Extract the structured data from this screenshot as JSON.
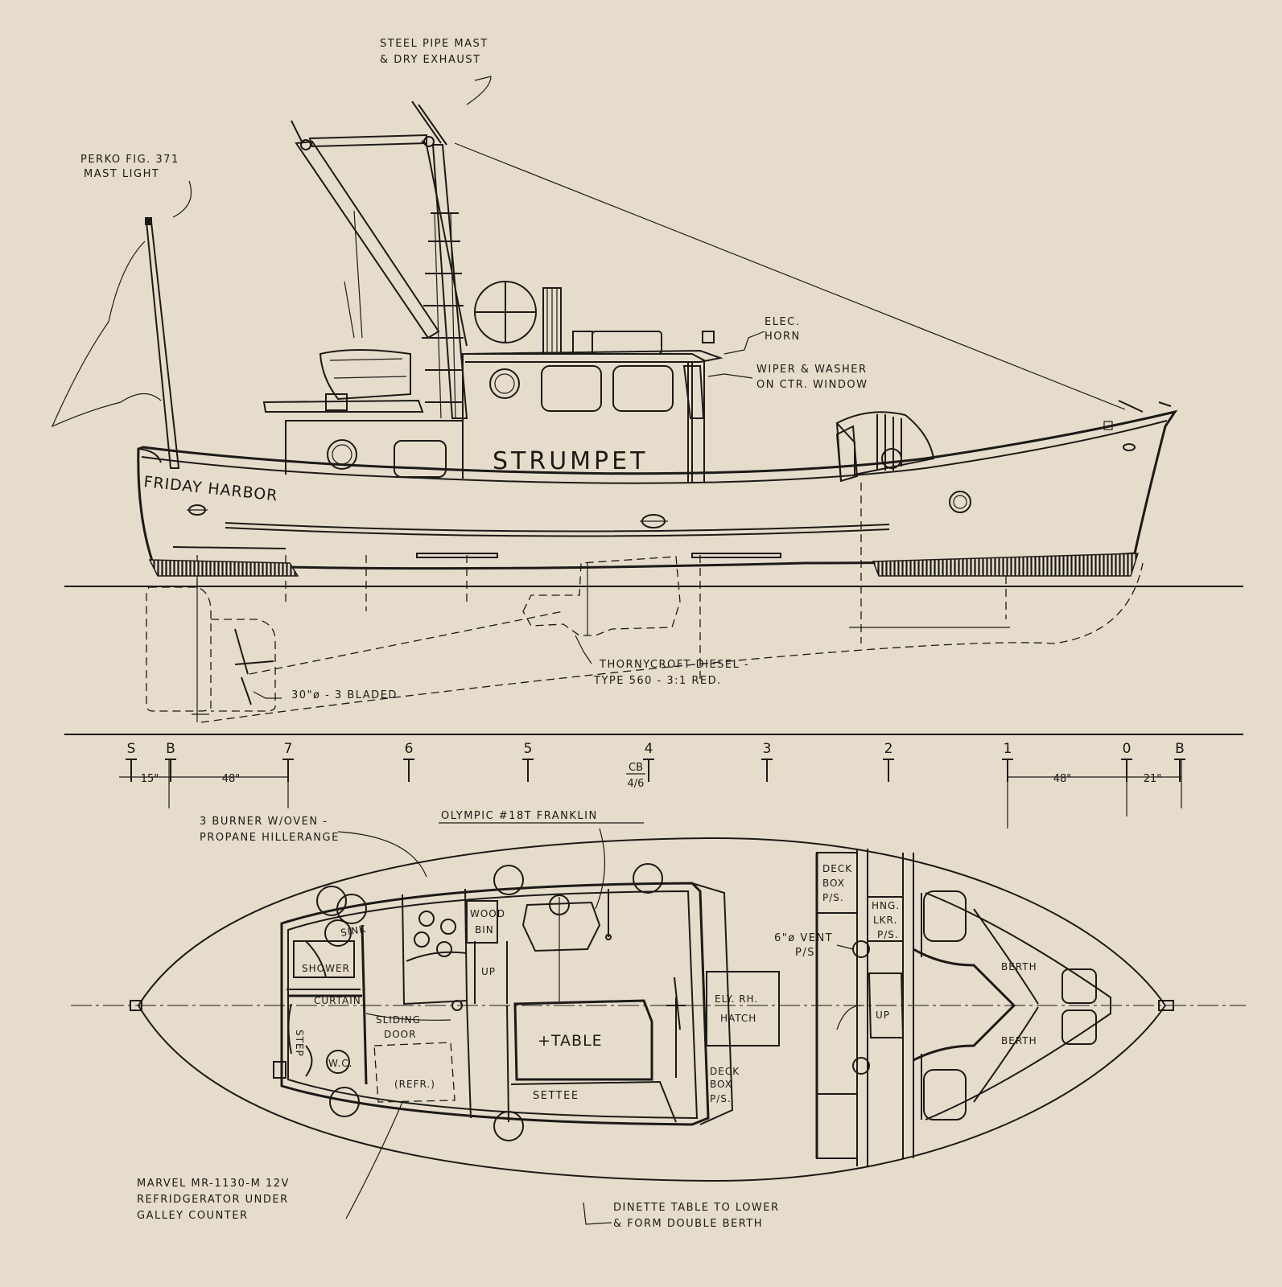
{
  "notes": {
    "mast": [
      "STEEL PIPE MAST",
      "& DRY EXHAUST"
    ],
    "mast_light": [
      "PERKO FIG. 371",
      "MAST LIGHT"
    ],
    "horn": [
      "ELEC.",
      "HORN"
    ],
    "wiper": [
      "WIPER & WASHER",
      "ON CTR. WINDOW"
    ],
    "engine": [
      "THORNYCROFT DIESEL -",
      "TYPE 560 - 3:1 RED."
    ],
    "prop": "30\"ø - 3 BLADED",
    "range": [
      "3 BURNER W/OVEN -",
      "PROPANE HILLERANGE"
    ],
    "stove": "OLYMPIC #18T FRANKLIN",
    "vent": [
      "6\"ø VENT",
      "P/S"
    ],
    "fridge": [
      "MARVEL MR-1130-M 12V",
      "REFRIDGERATOR UNDER",
      "GALLEY COUNTER"
    ],
    "dinette": [
      "DINETTE TABLE TO LOWER",
      "& FORM DOUBLE BERTH"
    ]
  },
  "hull": {
    "name": "STRUMPET",
    "home_port": "FRIDAY HARBOR"
  },
  "stations": {
    "labels": [
      "S",
      "B",
      "7",
      "6",
      "5",
      "4",
      "3",
      "2",
      "1",
      "0",
      "B"
    ],
    "cb": [
      "CB",
      "4/6"
    ],
    "dims": [
      "15\"",
      "48\"",
      "48\"",
      "21\""
    ]
  },
  "plan": {
    "sink": "SINK",
    "shower": "SHOWER",
    "curtain": "CURTAIN",
    "step": "STEP",
    "wc": "W.C.",
    "sliding_door": [
      "SLIDING",
      "DOOR"
    ],
    "refr": "(REFR.)",
    "wood_bin": [
      "WOOD",
      "BIN"
    ],
    "up_aft": "UP",
    "table": "+TABLE",
    "settee": "SETTEE",
    "hatch": [
      "ELY. RH.",
      "HATCH"
    ],
    "deck_box_fwd": [
      "DECK",
      "BOX",
      "P/S."
    ],
    "deck_box_aft": [
      "DECK",
      "BOX",
      "P/S."
    ],
    "hng_lkr": [
      "HNG.",
      "LKR.",
      "P/S."
    ],
    "up_fwd": "UP",
    "berth_upper": "BERTH",
    "berth_lower": "BERTH"
  }
}
